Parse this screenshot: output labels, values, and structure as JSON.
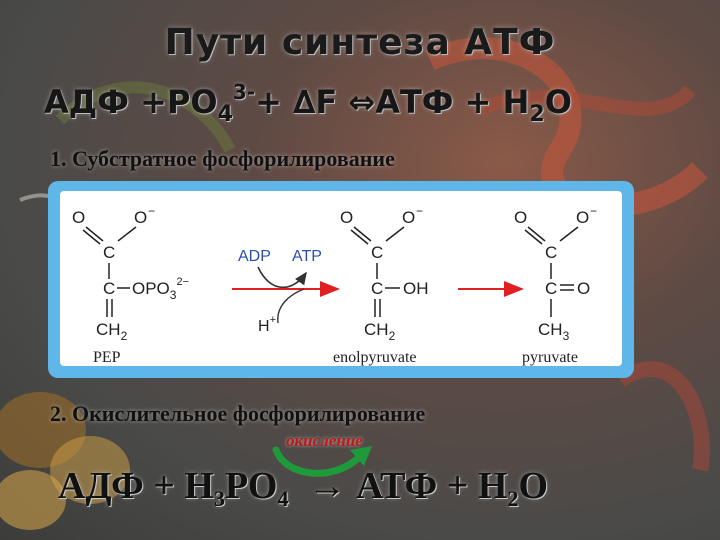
{
  "slide": {
    "title": "Пути синтеза АТФ",
    "equation1": {
      "lhs_main": "АДФ +РО",
      "lhs_sub": "4",
      "lhs_sup": "3-",
      "lhs_tail": "+ ",
      "delta_f": "∆F ",
      "arrow": "⇔",
      "rhs_main": "АТФ + Н",
      "rhs_sub": "2",
      "rhs_tail": "О"
    },
    "heading1": "1. Субстратное фосфорилирование",
    "heading2": "2. Окислительное фосфорилирование",
    "oxidation_label": "окисление",
    "equation2": {
      "part1": "АДФ + Н",
      "sub1": "3",
      "part2": "РО",
      "sub2": "4",
      "arrow": "→",
      "part3": "АТФ + Н",
      "sub3": "2",
      "part4": "О"
    }
  },
  "reaction": {
    "pep": {
      "o_left": "O",
      "o_right": "O",
      "minus": "−",
      "c1": "C",
      "c2": "C",
      "opo3": "OPO",
      "opo3_sub": "3",
      "opo3_sup": "2−",
      "ch2": "CH",
      "ch2_sub": "2",
      "name": "PEP"
    },
    "cofactors": {
      "adp": "ADP",
      "atp": "ATP",
      "h": "H",
      "h_sup": "+"
    },
    "enol": {
      "o_left": "O",
      "o_right": "O",
      "minus": "−",
      "c1": "C",
      "c2": "C",
      "oh": "OH",
      "ch2": "CH",
      "ch2_sub": "2",
      "name": "enolpyruvate"
    },
    "pyruvate": {
      "o_left": "O",
      "o_right": "O",
      "minus": "−",
      "c1": "C",
      "c2": "C",
      "o_keto": "O",
      "ch3": "CH",
      "ch3_sub": "3",
      "name": "pyruvate"
    }
  },
  "colors": {
    "panel_border": "#5fb6e8",
    "reaction_arrow": "#e02020",
    "cofactor_text": "#2a4fb0",
    "cycle_arrow": "#1f9a3a",
    "oxidation_text": "#c01818"
  }
}
